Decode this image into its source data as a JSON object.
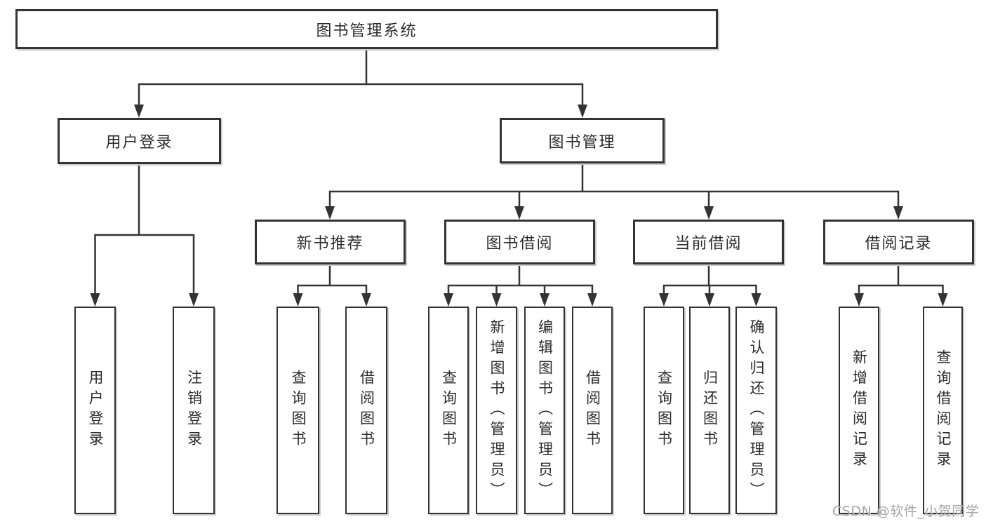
{
  "tree": {
    "root": {
      "label": "图书管理系统"
    },
    "branches": [
      {
        "label": "用户登录",
        "children": [
          {
            "label": "用户登录"
          },
          {
            "label": "注销登录"
          }
        ]
      },
      {
        "label": "图书管理",
        "groups": [
          {
            "label": "新书推荐",
            "children": [
              {
                "label": "查询图书"
              },
              {
                "label": "借阅图书"
              }
            ]
          },
          {
            "label": "图书借阅",
            "children": [
              {
                "label": "查询图书"
              },
              {
                "label": "新增图书（管理员）"
              },
              {
                "label": "编辑图书（管理员）"
              },
              {
                "label": "借阅图书"
              }
            ]
          },
          {
            "label": "当前借阅",
            "children": [
              {
                "label": "查询图书"
              },
              {
                "label": "归还图书"
              },
              {
                "label": "确认归还（管理员）"
              }
            ]
          },
          {
            "label": "借阅记录",
            "children": [
              {
                "label": "新增借阅记录"
              },
              {
                "label": "查询借阅记录"
              }
            ]
          }
        ]
      }
    ]
  },
  "watermark": {
    "text": "CSDN @软件_小贺同学"
  },
  "colors": {
    "line": "#333333",
    "text": "#2b2b2b",
    "background": "#ffffff",
    "watermark": "#9b9b9b"
  }
}
